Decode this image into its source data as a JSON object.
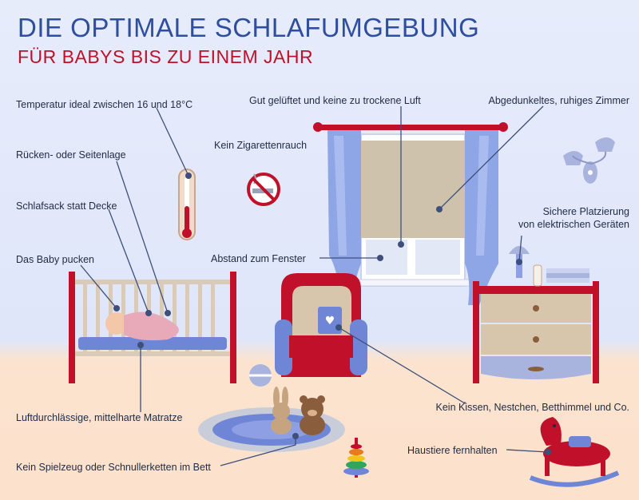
{
  "title": "DIE OPTIMALE SCHLAFUMGEBUNG",
  "subtitle": "FÜR BABYS BIS ZU EINEM JAHR",
  "labels": {
    "temperature": "Temperatur ideal zwischen 16 und 18°C",
    "position": "Rücken- oder Seitenlage",
    "sleeping_bag": "Schlafsack statt Decke",
    "swaddle": "Das Baby pucken",
    "mattress": "Luftdurchlässige, mittelharte Matratze",
    "no_toys": "Kein Spielzeug oder Schnullerketten im Bett",
    "ventilation": "Gut gelüftet und keine zu trockene Luft",
    "no_smoke": "Kein Zigarettenrauch",
    "window_distance": "Abstand zum Fenster",
    "darkened": "Abgedunkeltes, ruhiges Zimmer",
    "electrical_line1": "Sichere Platzierung",
    "electrical_line2": "von elektrischen Geräten",
    "no_pillows": "Kein Kissen, Nestchen, Betthimmel und Co.",
    "pets": "Haustiere fernhalten"
  },
  "colors": {
    "title": "#2f4f9e",
    "subtitle": "#c0102a",
    "accent_red": "#b81a2e",
    "line": "#3d4f7a"
  }
}
